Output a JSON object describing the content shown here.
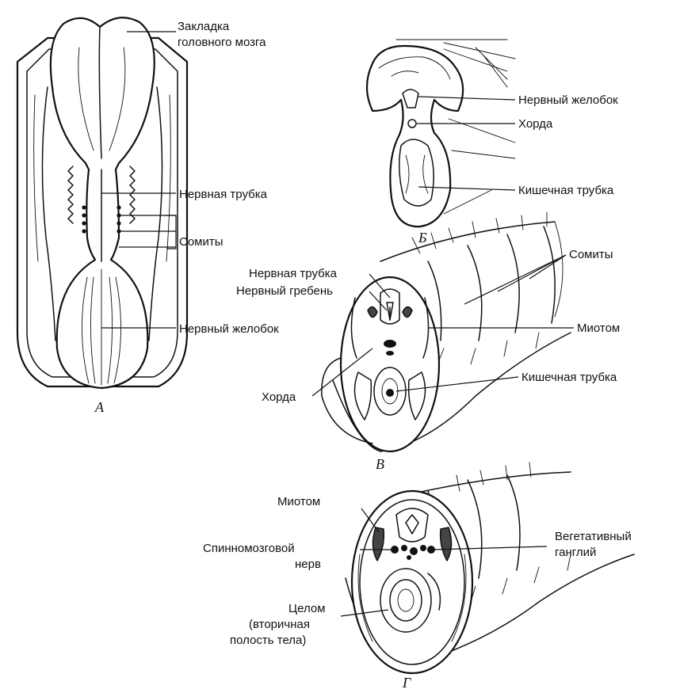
{
  "panels": {
    "a": {
      "letter": "А",
      "labels": {
        "brain": [
          "Закладка",
          "головного мозга"
        ],
        "neural_tube": "Нервная трубка",
        "somites": "Сомиты",
        "neural_groove": "Нервный желобок"
      }
    },
    "b": {
      "letter": "Б",
      "labels": {
        "neural_groove": "Нервный желобок",
        "chord": "Хорда",
        "gut_tube": "Кишечная трубка"
      }
    },
    "v": {
      "letter": "В",
      "labels": {
        "neural_tube": "Нервная трубка",
        "neural_crest": "Нервный гребень",
        "somites": "Сомиты",
        "myotome": "Миотом",
        "gut_tube": "Кишечная трубка",
        "chord": "Хорда"
      }
    },
    "g": {
      "letter": "Г",
      "labels": {
        "myotome": "Миотом",
        "spinal_nerve": [
          "Спинномозговой",
          "нерв"
        ],
        "vegetative_ganglion": [
          "Вегетативный",
          "ганглий"
        ],
        "coelom": [
          "Целом",
          "(вторичная",
          "полость тела)"
        ]
      }
    }
  }
}
